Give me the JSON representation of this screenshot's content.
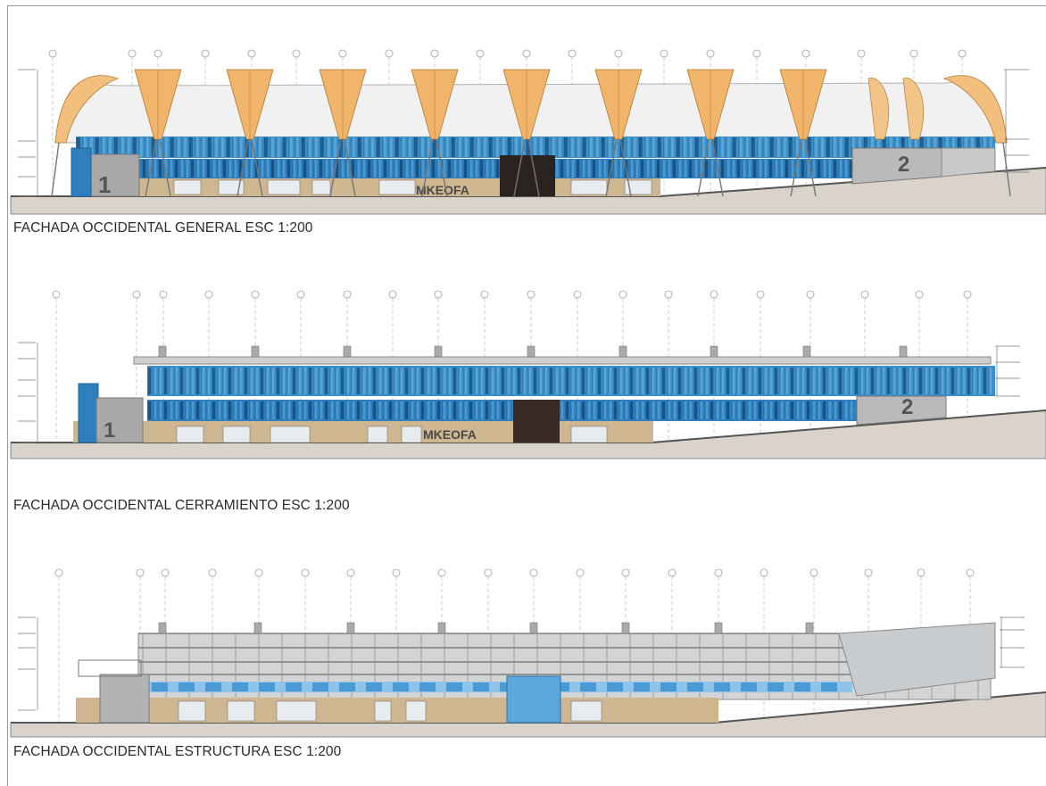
{
  "drawings": [
    {
      "id": "general",
      "caption": "FACHADA OCCIDENTAL GENERAL  ESC 1:200",
      "sign": "MKEOFA",
      "block1": "1",
      "block2": "2"
    },
    {
      "id": "cerramiento",
      "caption": "FACHADA OCCIDENTAL CERRAMIENTO ESC 1:200",
      "sign": "MKEOFA",
      "block1": "1",
      "block2": "2"
    },
    {
      "id": "estructura",
      "caption": "FACHADA OCCIDENTAL ESTRUCTURA ESC 1:200"
    }
  ],
  "colors": {
    "facade_blue": "#3a8fc8",
    "facade_blue_dark": "#1f5f95",
    "roof_white": "#f1f1f1",
    "truss_orange": "#f0b46a",
    "wood_base": "#cdb690",
    "ground": "#d9d3cc",
    "concrete": "#b9b9b9"
  }
}
